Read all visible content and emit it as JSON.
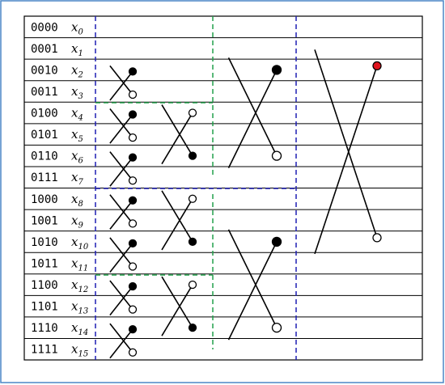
{
  "rows": [
    {
      "code": "0000",
      "var": "x",
      "sub": "0"
    },
    {
      "code": "0001",
      "var": "x",
      "sub": "1"
    },
    {
      "code": "0010",
      "var": "x",
      "sub": "2"
    },
    {
      "code": "0011",
      "var": "x",
      "sub": "3"
    },
    {
      "code": "0100",
      "var": "x",
      "sub": "4"
    },
    {
      "code": "0101",
      "var": "x",
      "sub": "5"
    },
    {
      "code": "0110",
      "var": "x",
      "sub": "6"
    },
    {
      "code": "0111",
      "var": "x",
      "sub": "7"
    },
    {
      "code": "1000",
      "var": "x",
      "sub": "8"
    },
    {
      "code": "1001",
      "var": "x",
      "sub": "9"
    },
    {
      "code": "1010",
      "var": "x",
      "sub": "10"
    },
    {
      "code": "1011",
      "var": "x",
      "sub": "11"
    },
    {
      "code": "1100",
      "var": "x",
      "sub": "12"
    },
    {
      "code": "1101",
      "var": "x",
      "sub": "13"
    },
    {
      "code": "1110",
      "var": "x",
      "sub": "14"
    },
    {
      "code": "1111",
      "var": "x",
      "sub": "15"
    }
  ],
  "colors": {
    "frame": "#4a86c5",
    "grid": "#000000",
    "blue_dashed": "#1f1fb4",
    "green_dashed": "#22a04b",
    "filled_node": "#000000",
    "open_node": "#ffffff",
    "highlight_node": "#e0141e"
  },
  "crossings": [
    {
      "stage": 1,
      "filled_row": 2,
      "open_row": 3
    },
    {
      "stage": 1,
      "filled_row": 4,
      "open_row": 5
    },
    {
      "stage": 1,
      "filled_row": 6,
      "open_row": 7
    },
    {
      "stage": 1,
      "filled_row": 8,
      "open_row": 9
    },
    {
      "stage": 1,
      "filled_row": 10,
      "open_row": 11
    },
    {
      "stage": 1,
      "filled_row": 12,
      "open_row": 13
    },
    {
      "stage": 1,
      "filled_row": 14,
      "open_row": 15
    },
    {
      "stage": 2,
      "open_row": 4,
      "filled_row": 6
    },
    {
      "stage": 2,
      "open_row": 8,
      "filled_row": 10
    },
    {
      "stage": 2,
      "open_row": 12,
      "filled_row": 14
    },
    {
      "stage": 3,
      "filled_row": 2,
      "open_row": 6
    },
    {
      "stage": 3,
      "filled_row": 10,
      "open_row": 14
    },
    {
      "stage": 4,
      "highlight_row": 2,
      "open_row": 10
    }
  ]
}
